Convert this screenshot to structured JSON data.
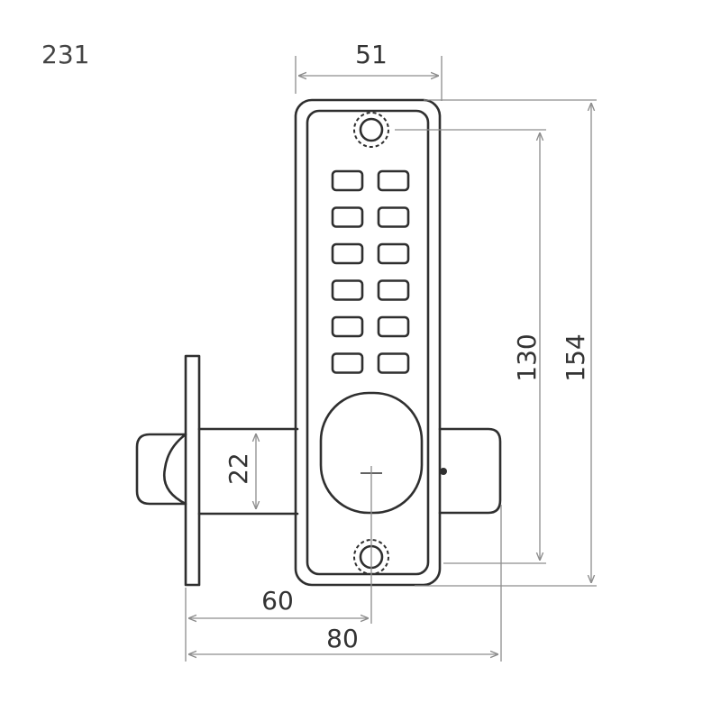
{
  "drawing": {
    "model_number": "231",
    "dimensions": {
      "top_width": "51",
      "inner_height": "130",
      "overall_height": "154",
      "bolt_diameter": "22",
      "backset": "60",
      "total_length": "80"
    },
    "keypad": {
      "rows": 6,
      "columns": 2
    },
    "colors": {
      "outline": "#2f2f2f",
      "dimension_line": "#8d8d8d",
      "background": "#ffffff"
    }
  }
}
